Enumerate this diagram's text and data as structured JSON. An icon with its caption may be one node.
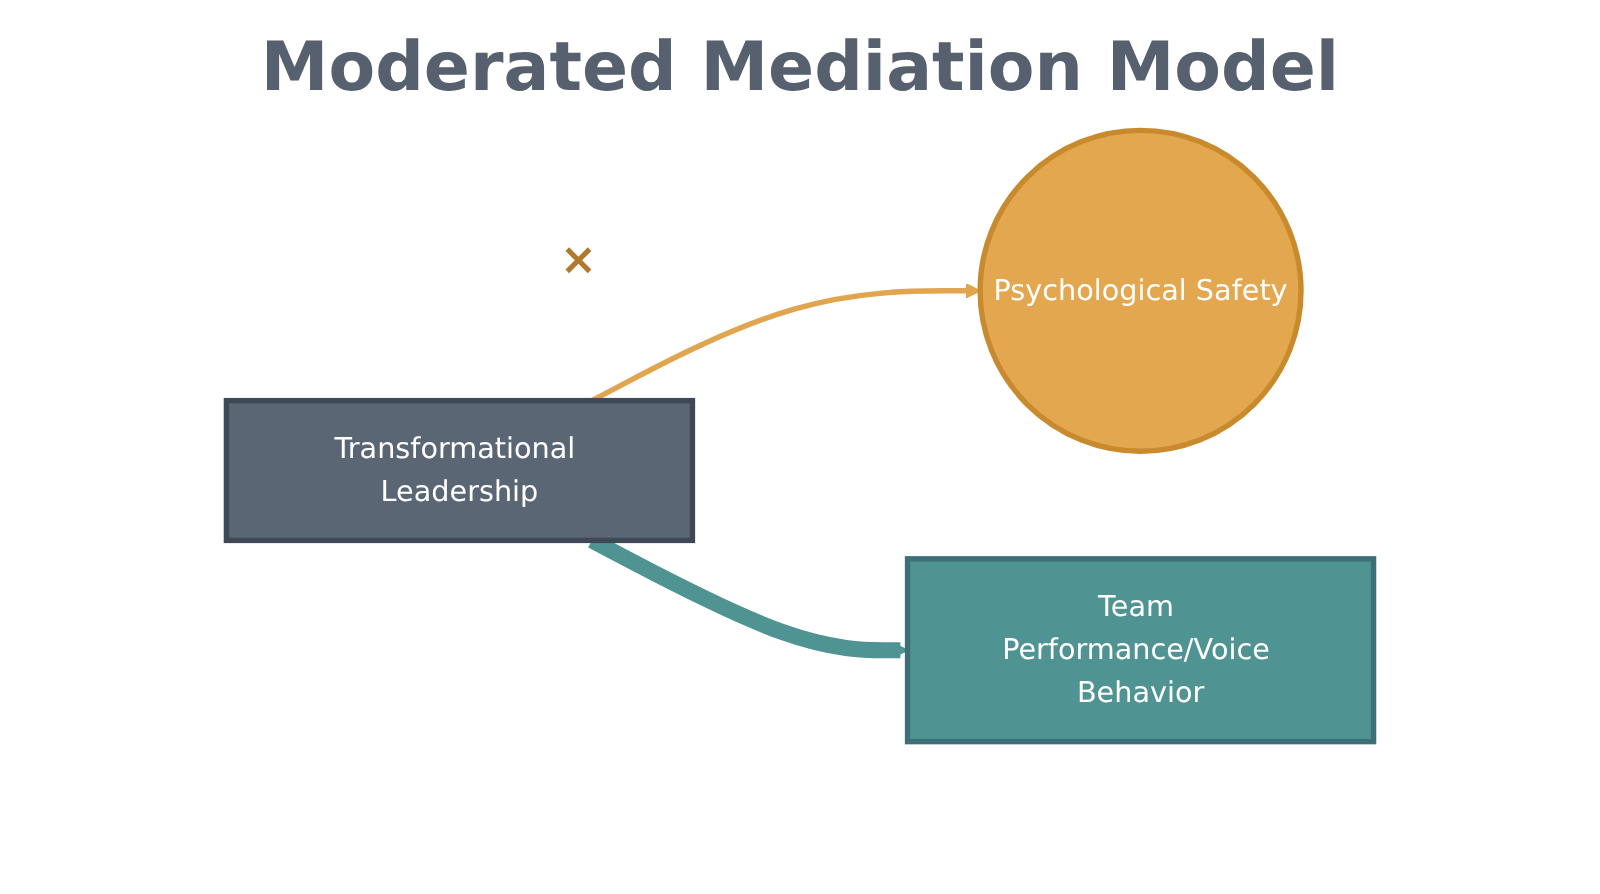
{
  "diagram": {
    "title": "Moderated Mediation Model",
    "nodes": [
      {
        "text": [
          "Transformational Leadership"
        ]
      },
      {
        "text": [
          "Psychological Safety"
        ]
      },
      {
        "text": [
          "Team Performance/Voice Behavior"
        ]
      }
    ],
    "edges": [
      {
        "from": 0,
        "to": 1,
        "arrow": "to",
        "color": "#e0a54e"
      },
      {
        "from": 0,
        "to": 2,
        "arrow": "to",
        "style": "thick",
        "color": "#4f9493"
      }
    ],
    "labels": [
      "×"
    ]
  }
}
